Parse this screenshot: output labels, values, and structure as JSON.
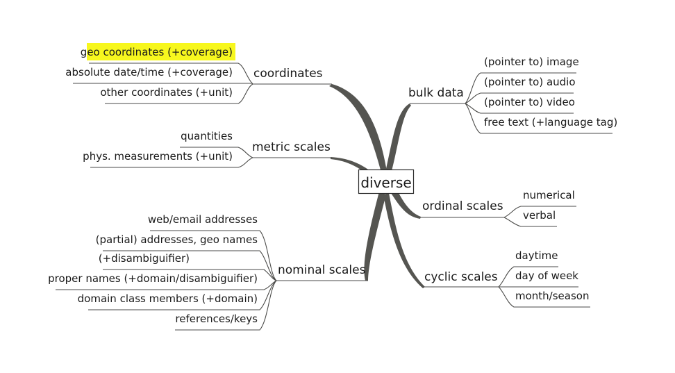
{
  "center": "diverse",
  "branches": {
    "coordinates": {
      "label": "coordinates",
      "items": [
        "geo coordinates (+coverage)",
        "absolute date/time (+coverage)",
        "other coordinates (+unit)"
      ],
      "highlighted_item": "geo coordinates (+coverage)",
      "highlight_color": "#f7f71e"
    },
    "metric": {
      "label": "metric scales",
      "items": [
        "quantities",
        "phys. measurements (+unit)"
      ]
    },
    "nominal": {
      "label": "nominal scales",
      "items": [
        "web/email addresses",
        "(partial) addresses, geo names",
        "(+disambiguifier)",
        "proper names (+domain/disambiguifier)",
        "domain class members (+domain)",
        "references/keys"
      ]
    },
    "bulk": {
      "label": "bulk data",
      "items": [
        "(pointer to) image",
        "(pointer to) audio",
        "(pointer to) video",
        "free text (+language tag)"
      ]
    },
    "ordinal": {
      "label": "ordinal scales",
      "items": [
        "numerical",
        "verbal"
      ]
    },
    "cyclic": {
      "label": "cyclic scales",
      "items": [
        "daytime",
        "day of week",
        "month/season"
      ]
    }
  }
}
